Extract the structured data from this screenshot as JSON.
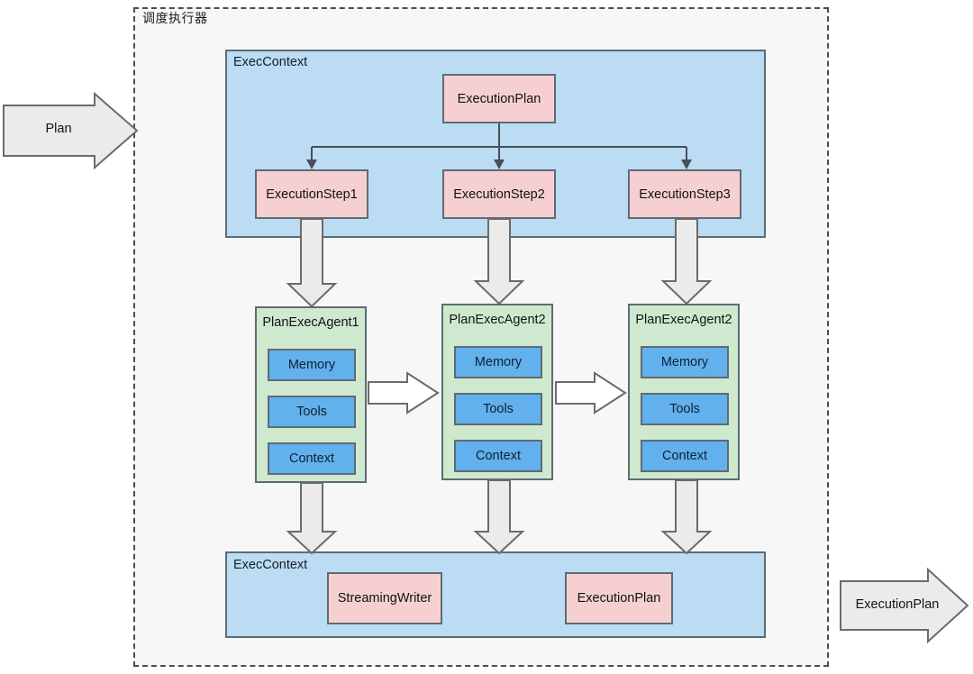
{
  "diagram": {
    "scheduler_label": "调度执行器",
    "input_arrow": {
      "label": "Plan"
    },
    "output_arrow": {
      "label": "ExecutionPlan"
    },
    "top_context": {
      "label": "ExecContext",
      "plan_node": "ExecutionPlan",
      "steps": [
        {
          "label": "ExecutionStep1"
        },
        {
          "label": "ExecutionStep2"
        },
        {
          "label": "ExecutionStep3"
        }
      ]
    },
    "agents": [
      {
        "label": "PlanExecAgent1",
        "parts": [
          {
            "label": "Memory"
          },
          {
            "label": "Tools"
          },
          {
            "label": "Context"
          }
        ]
      },
      {
        "label": "PlanExecAgent2",
        "parts": [
          {
            "label": "Memory"
          },
          {
            "label": "Tools"
          },
          {
            "label": "Context"
          }
        ]
      },
      {
        "label": "PlanExecAgent2",
        "parts": [
          {
            "label": "Memory"
          },
          {
            "label": "Tools"
          },
          {
            "label": "Context"
          }
        ]
      }
    ],
    "bottom_context": {
      "label": "ExecContext",
      "nodes": [
        {
          "label": "StreamingWriter"
        },
        {
          "label": "ExecutionPlan"
        }
      ]
    },
    "colors": {
      "pink_fill": "#f6d0d0",
      "blue_panel_fill": "#bbdcf2",
      "green_agent_fill": "#cfe9cf",
      "blue_box_fill": "#62b0ec",
      "border": "#5e6b75",
      "scheduler_bg": "#f7f7f7",
      "arrow_gray": "#ebebeb"
    }
  }
}
